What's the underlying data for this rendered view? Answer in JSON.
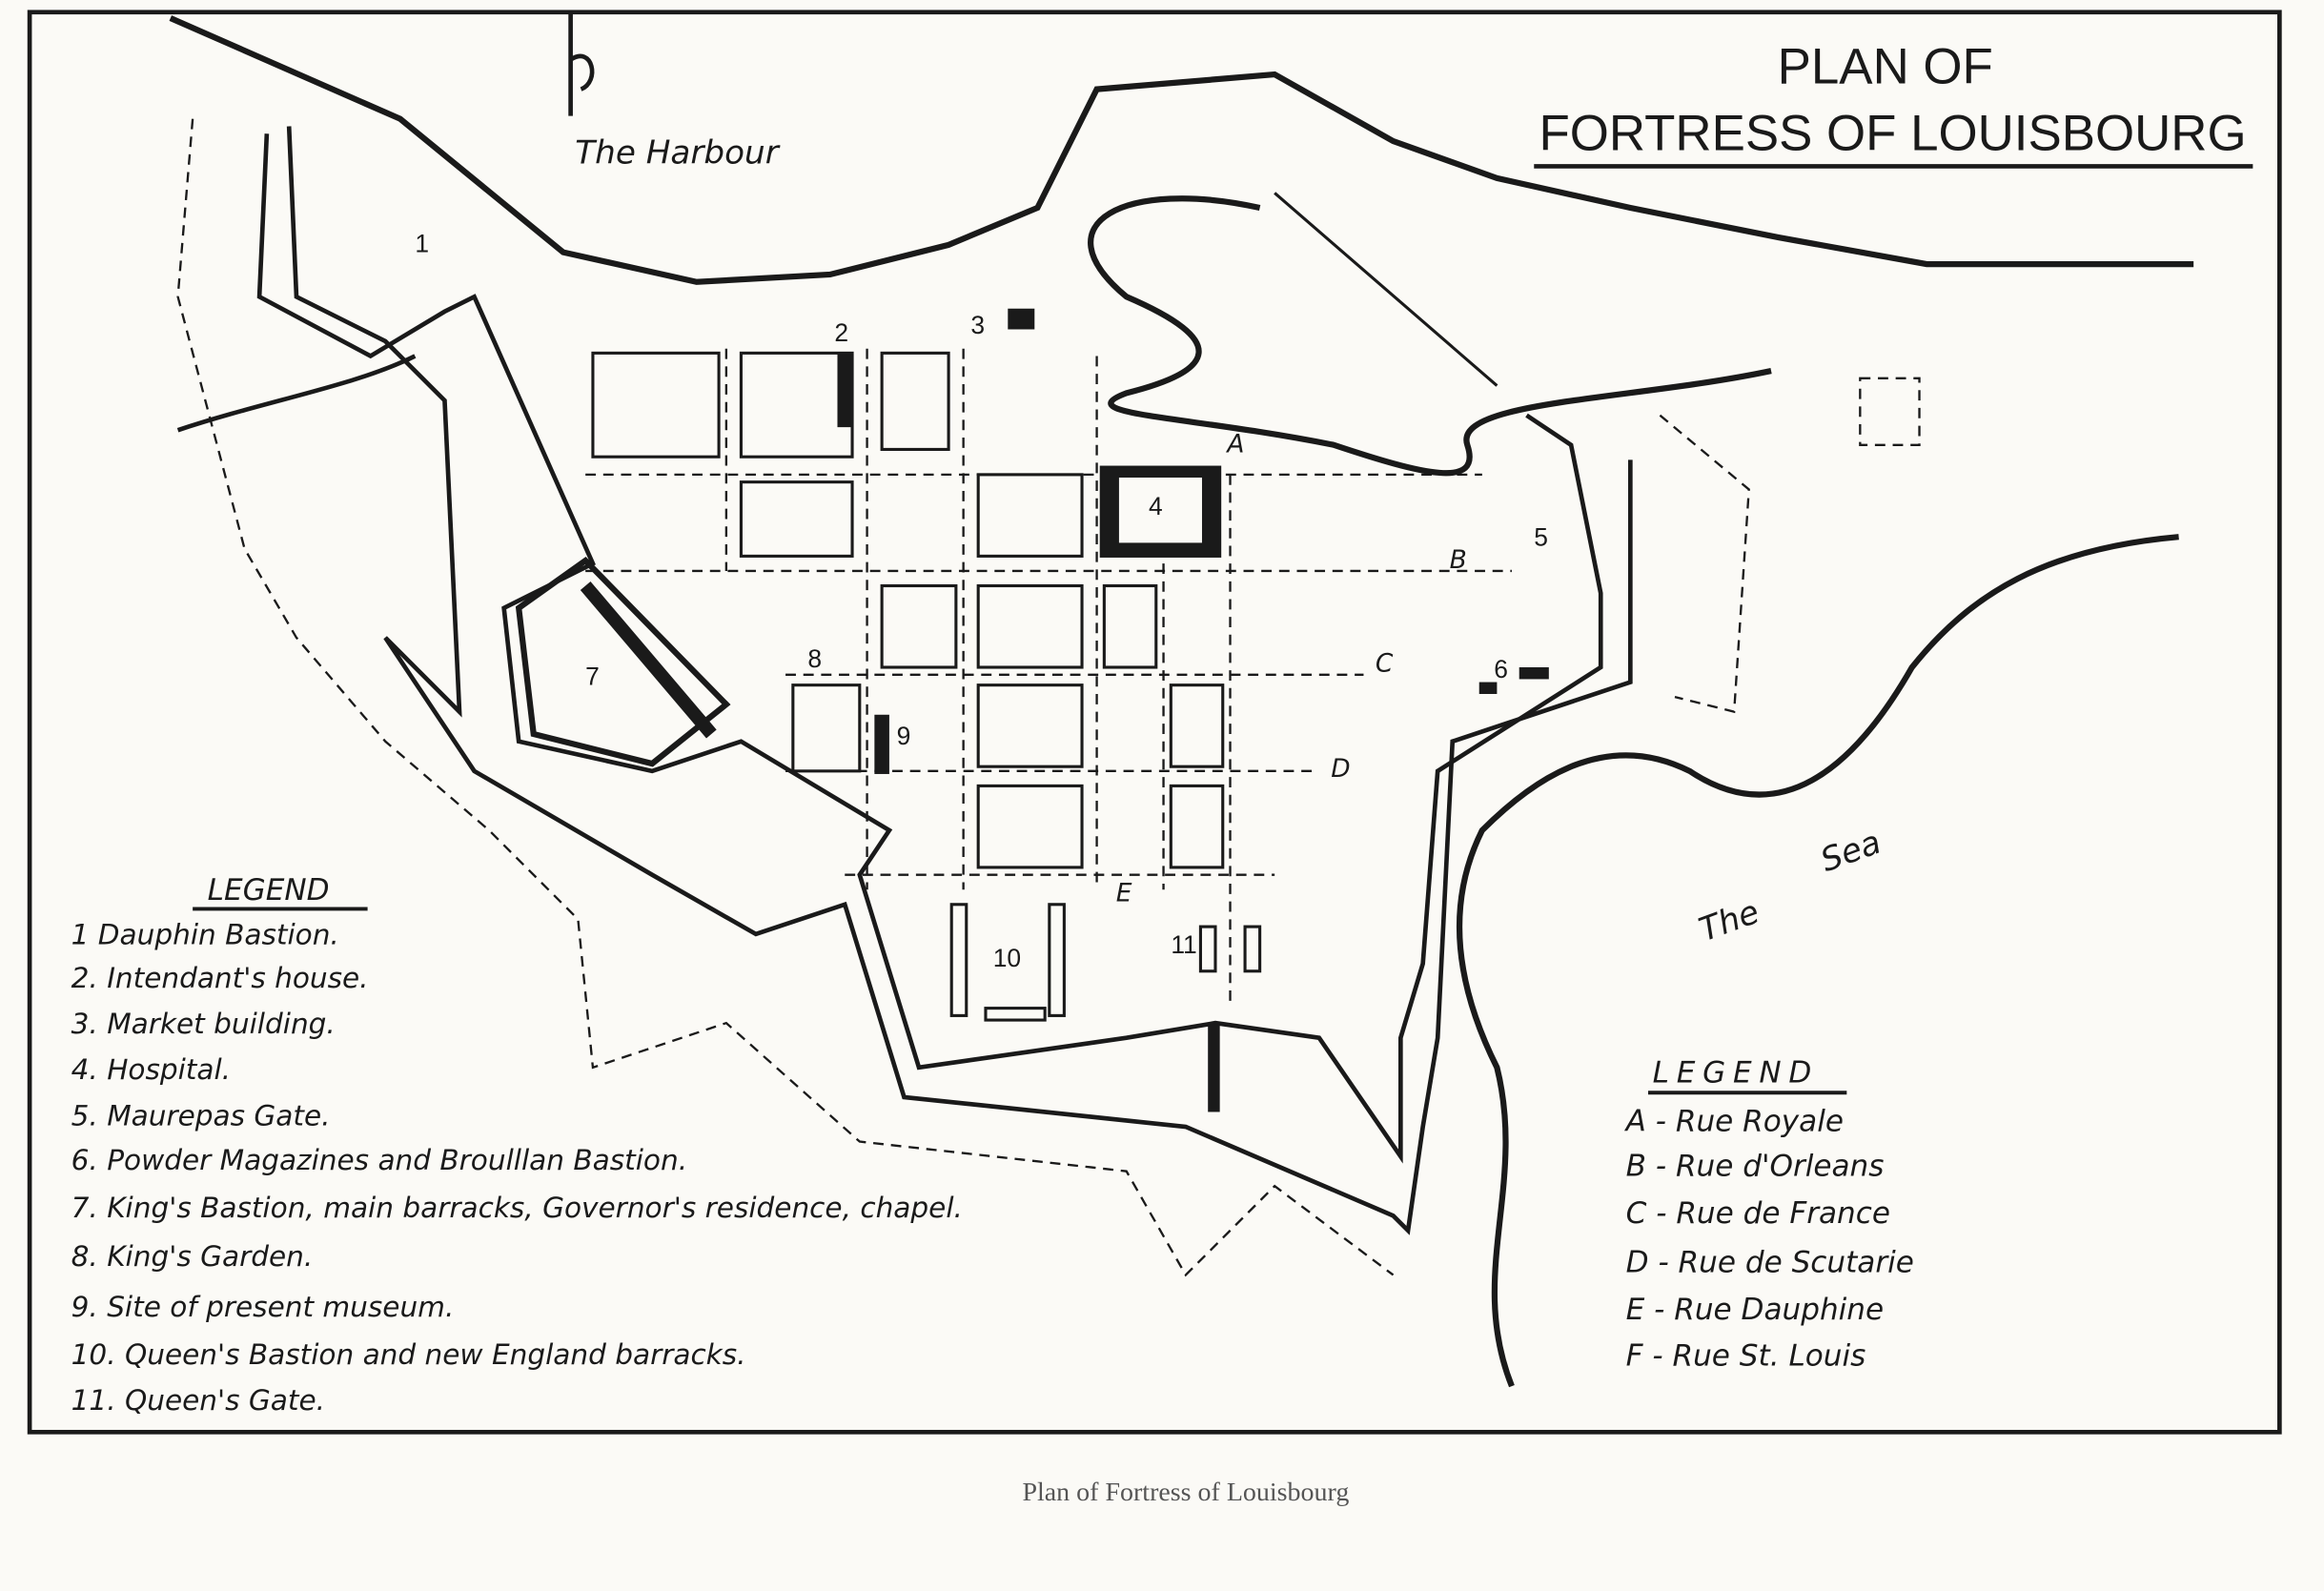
{
  "map": {
    "title_line1": "PLAN OF",
    "title_line2": "FORTRESS OF LOUISBOURG",
    "harbour_label": "The Harbour",
    "sea_label_1": "The",
    "sea_label_2": "Sea",
    "numbers": [
      "1",
      "2",
      "3",
      "4",
      "5",
      "6",
      "7",
      "8",
      "9",
      "10",
      "11"
    ],
    "street_letters": [
      "A",
      "B",
      "C",
      "D",
      "E"
    ]
  },
  "legend_buildings": {
    "heading": "LEGEND",
    "items": [
      "1  Dauphin Bastion.",
      "2. Intendant's house.",
      "3. Market building.",
      "4. Hospital.",
      "5. Maurepas  Gate.",
      "6. Powder Magazines and Broulllan Bastion.",
      "7. King's Bastion, main barracks, Governor's residence, chapel.",
      "8. King's Garden.",
      "9. Site of present museum.",
      "10. Queen's Bastion and new England barracks.",
      "11. Queen's Gate."
    ]
  },
  "legend_streets": {
    "heading": "LEGEND",
    "items": [
      "A - Rue Royale",
      "B - Rue d'Orleans",
      "C - Rue de France",
      "D - Rue de Scutarie",
      "E - Rue Dauphine",
      "F - Rue St. Louis"
    ]
  },
  "caption": "Plan of Fortress of Louisbourg"
}
